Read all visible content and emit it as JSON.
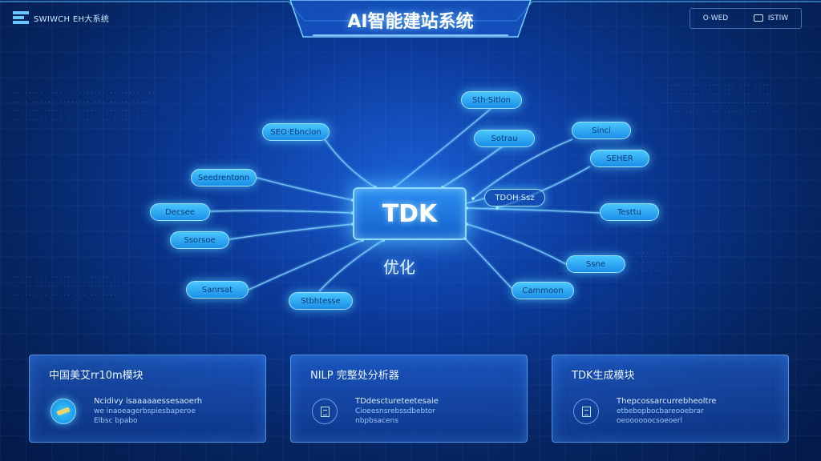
{
  "header": {
    "logo_text": "SWIWCH EH大系统",
    "title": "AI智能建站系统",
    "right_buttons": [
      {
        "label": "O·WED"
      },
      {
        "label": "ⅠSTIW"
      }
    ]
  },
  "center": {
    "label": "TDK",
    "sublabel": "优化"
  },
  "nodes": [
    {
      "label": "Sth·Sitlon"
    },
    {
      "label": "SEO·Ebnclon"
    },
    {
      "label": "Sotrau"
    },
    {
      "label": "Sinci"
    },
    {
      "label": "SEHER"
    },
    {
      "label": "Seedrentonn"
    },
    {
      "label": "Decsee"
    },
    {
      "label": "Ssorsoe"
    },
    {
      "label": "Sanrsat"
    },
    {
      "label": "Stbhtesse"
    },
    {
      "label": "TDOH·Ssz"
    },
    {
      "label": "Testtu"
    },
    {
      "label": "Ssne"
    },
    {
      "label": "Cammoon"
    }
  ],
  "panels": [
    {
      "title": "中国美艾rr10m模块",
      "lines": [
        "Ncidivy isaaaaaessesaoerh",
        "we inaoeagerbspiesbaperoe",
        "Elbsc bpabo"
      ]
    },
    {
      "title": "NILP 完整处分析器",
      "lines": [
        "TDdesctureteetesaie",
        "Cioeesnsrebssdbebtor",
        "nbpbsacens"
      ]
    },
    {
      "title": "TDK生成模块",
      "lines": [
        "Thepcossarcurrebheoltre",
        "etbebopbocbareooebrar",
        "oeoooooocsoeoerl"
      ]
    }
  ],
  "colors": {
    "node": "#2fb0f5",
    "accent": "#69c4ff",
    "background": "#0b3a9a"
  },
  "icons": {
    "panel_1": "pen-icon",
    "panel_2": "document-icon",
    "panel_3": "file-icon"
  }
}
